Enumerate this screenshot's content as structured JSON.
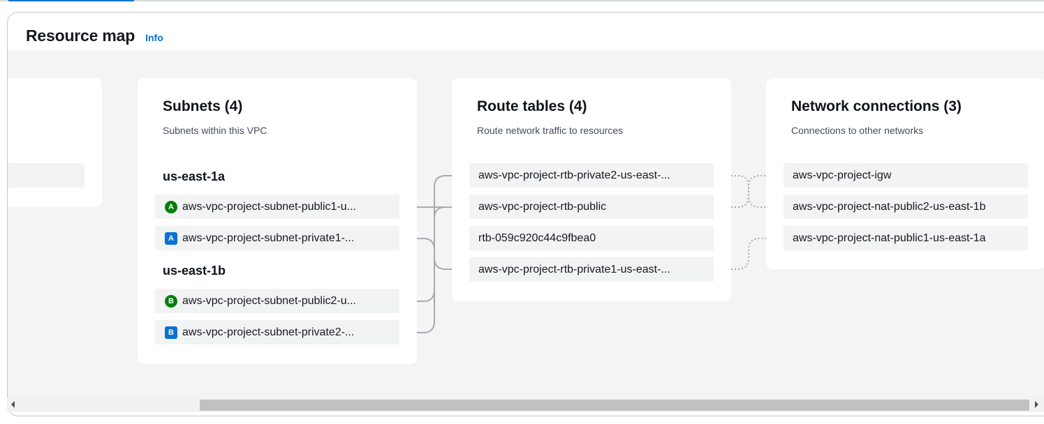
{
  "header": {
    "title": "Resource map",
    "info_link": "Info"
  },
  "subnets": {
    "title": "Subnets (4)",
    "subtitle": "Subnets within this VPC",
    "zones": [
      {
        "label": "us-east-1a",
        "items": [
          {
            "badge": "A",
            "type": "public",
            "label": "aws-vpc-project-subnet-public1-u..."
          },
          {
            "badge": "A",
            "type": "private",
            "label": "aws-vpc-project-subnet-private1-..."
          }
        ]
      },
      {
        "label": "us-east-1b",
        "items": [
          {
            "badge": "B",
            "type": "public",
            "label": "aws-vpc-project-subnet-public2-u..."
          },
          {
            "badge": "B",
            "type": "private",
            "label": "aws-vpc-project-subnet-private2-..."
          }
        ]
      }
    ]
  },
  "route_tables": {
    "title": "Route tables (4)",
    "subtitle": "Route network traffic to resources",
    "items": [
      "aws-vpc-project-rtb-private2-us-east-...",
      "aws-vpc-project-rtb-public",
      "rtb-059c920c44c9fbea0",
      "aws-vpc-project-rtb-private1-us-east-..."
    ]
  },
  "network_connections": {
    "title": "Network connections (3)",
    "subtitle": "Connections to other networks",
    "items": [
      "aws-vpc-project-igw",
      "aws-vpc-project-nat-public2-us-east-1b",
      "aws-vpc-project-nat-public1-us-east-1a"
    ]
  },
  "colors": {
    "link": "#0972d3",
    "public_badge": "#037f0c",
    "private_badge": "#0972d3",
    "canvas_bg": "#f4f4f5"
  }
}
